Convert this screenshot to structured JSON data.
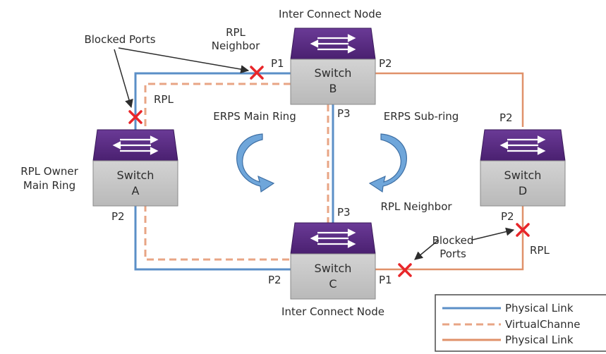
{
  "colors": {
    "physical_link_main": "#5b8fc7",
    "virtual_channel": "#e8a585",
    "physical_link_sub": "#e0916a",
    "blocked_port": "#e8262a",
    "switch_top": "#5b2d84",
    "switch_body": "#c8c8c8",
    "rotation_arrow": "#6fa6da",
    "text": "#2d2d2d"
  },
  "labels": {
    "inter_connect_top": "Inter Connect Node",
    "inter_connect_bottom": "Inter Connect Node",
    "blocked_ports_top": "Blocked Ports",
    "rpl_neighbor_top_1": "RPL",
    "rpl_neighbor_top_2": "Neighbor",
    "rpl_left": "RPL",
    "rpl_owner_1": "RPL Owner",
    "rpl_owner_2": "Main Ring",
    "erps_main_ring": "ERPS Main Ring",
    "erps_sub_ring": "ERPS Sub-ring",
    "rpl_neighbor_mid": "RPL Neighbor",
    "blocked_ports_bottom_1": "Blocked",
    "blocked_ports_bottom_2": "Ports",
    "rpl_right": "RPL"
  },
  "ports": {
    "b_p1": "P1",
    "b_p2": "P2",
    "b_p3": "P3",
    "a_p2": "P2",
    "c_p3": "P3",
    "c_p2": "P2",
    "c_p1": "P1",
    "d_p2_top": "P2",
    "d_p2_bottom": "P2"
  },
  "switches": [
    {
      "id": "a",
      "name": "Switch",
      "letter": "A"
    },
    {
      "id": "b",
      "name": "Switch",
      "letter": "B"
    },
    {
      "id": "c",
      "name": "Switch",
      "letter": "C"
    },
    {
      "id": "d",
      "name": "Switch",
      "letter": "D"
    }
  ],
  "legend": [
    {
      "label": "Physical Link",
      "style": "solid",
      "color": "#5b8fc7"
    },
    {
      "label": "VirtualChanne",
      "style": "dashed",
      "color": "#e8a585"
    },
    {
      "label": "Physical Link",
      "style": "solid",
      "color": "#e0916a"
    }
  ]
}
